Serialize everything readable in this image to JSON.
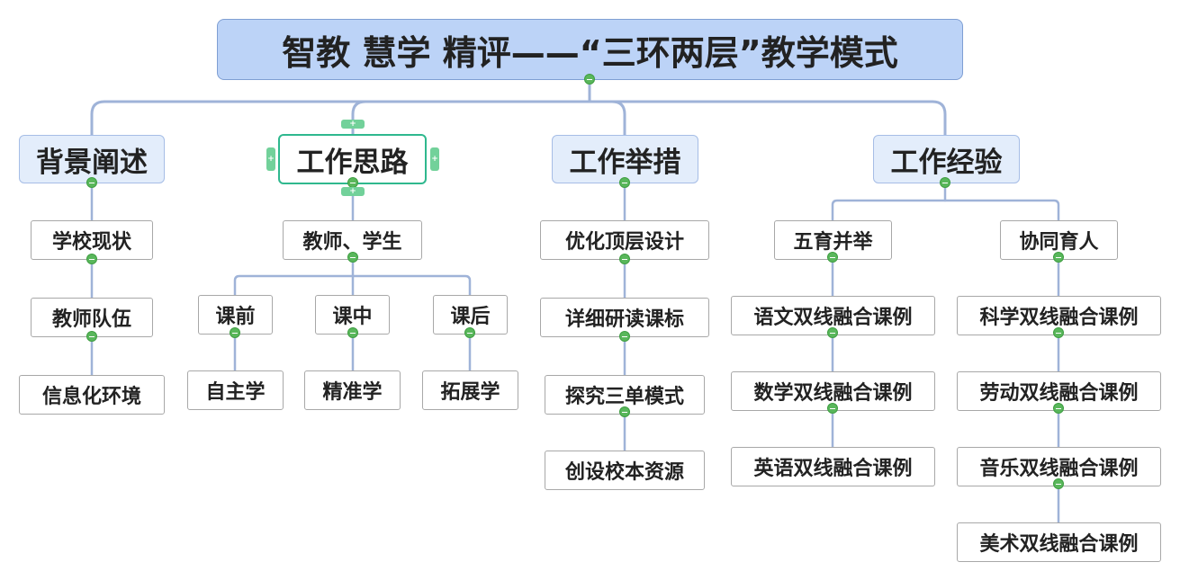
{
  "root": {
    "title": "智教 慧学 精评——“三环两层”教学模式"
  },
  "branches": {
    "background": {
      "label": "背景阐述",
      "items": [
        "学校现状",
        "教师队伍",
        "信息化环境"
      ]
    },
    "approach": {
      "label": "工作思路",
      "sub": "教师、学生",
      "phases": [
        {
          "label": "课前",
          "child": "自主学"
        },
        {
          "label": "课中",
          "child": "精准学"
        },
        {
          "label": "课后",
          "child": "拓展学"
        }
      ]
    },
    "measures": {
      "label": "工作举措",
      "items": [
        "优化顶层设计",
        "详细研读课标",
        "探究三单模式",
        "创设校本资源"
      ]
    },
    "experience": {
      "label": "工作经验",
      "groups": [
        {
          "label": "五育并举",
          "items": [
            "语文双线融合课例",
            "数学双线融合课例",
            "英语双线融合课例"
          ]
        },
        {
          "label": "协同育人",
          "items": [
            "科学双线融合课例",
            "劳动双线融合课例",
            "音乐双线融合课例",
            "美术双线融合课例"
          ]
        }
      ]
    }
  },
  "colors": {
    "line": "#9fb3d8",
    "knob": "#59b75b",
    "selected": "#2fb88e"
  },
  "icons": {
    "collapse": "collapse-minus-icon",
    "expand": "expand-plus-icon"
  }
}
